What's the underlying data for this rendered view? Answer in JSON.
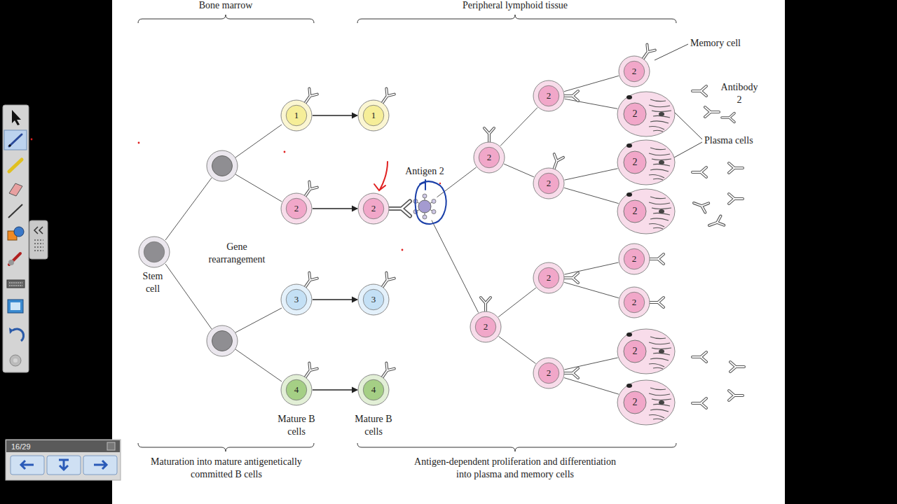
{
  "diagram": {
    "nodes": [
      {
        "text": [
          "Stem cell"
        ]
      },
      {
        "text": [
          "1"
        ]
      },
      {
        "text": [
          "2"
        ]
      },
      {
        "text": [
          "3"
        ]
      },
      {
        "text": [
          "4"
        ]
      },
      {
        "text": [
          "1"
        ]
      },
      {
        "text": [
          "2"
        ]
      },
      {
        "text": [
          "3"
        ]
      },
      {
        "text": [
          "4"
        ]
      },
      {
        "text": [
          "Antigen 2"
        ]
      },
      {
        "text": [
          "2"
        ]
      },
      {
        "text": [
          "2"
        ]
      },
      {
        "text": [
          "2"
        ]
      },
      {
        "text": [
          "2"
        ]
      },
      {
        "text": [
          "2"
        ]
      },
      {
        "text": [
          "2"
        ]
      },
      {
        "text": [
          "2"
        ]
      },
      {
        "text": [
          "2"
        ]
      },
      {
        "text": [
          "2"
        ]
      },
      {
        "text": [
          "2"
        ]
      },
      {
        "text": [
          "2"
        ]
      },
      {
        "text": [
          "2"
        ]
      },
      {
        "text": [
          "2"
        ]
      },
      {
        "text": [
          "2"
        ]
      }
    ],
    "edges": [
      {
        "from": 1,
        "to": 5,
        "arrow": "to"
      },
      {
        "from": 2,
        "to": 6,
        "arrow": "to"
      },
      {
        "from": 3,
        "to": 7,
        "arrow": "to"
      },
      {
        "from": 4,
        "to": 8,
        "arrow": "to"
      },
      {
        "from": 9,
        "to": 10,
        "arrow": "none"
      },
      {
        "from": 9,
        "to": 11,
        "arrow": "none"
      },
      {
        "from": 10,
        "to": 12,
        "arrow": "none"
      },
      {
        "from": 10,
        "to": 13,
        "arrow": "none"
      },
      {
        "from": 11,
        "to": 14,
        "arrow": "none"
      },
      {
        "from": 11,
        "to": 15,
        "arrow": "none"
      },
      {
        "from": 12,
        "to": 16,
        "arrow": "none"
      },
      {
        "from": 12,
        "to": 17,
        "arrow": "none"
      },
      {
        "from": 13,
        "to": 18,
        "arrow": "none"
      },
      {
        "from": 13,
        "to": 19,
        "arrow": "none"
      },
      {
        "from": 14,
        "to": 20,
        "arrow": "none"
      },
      {
        "from": 14,
        "to": 21,
        "arrow": "none"
      },
      {
        "from": 15,
        "to": 22,
        "arrow": "none"
      },
      {
        "from": 15,
        "to": 23,
        "arrow": "none"
      }
    ],
    "labels": [
      "Bone marrow",
      "Peripheral lymphoid tissue",
      "Memory cell",
      "Antibody 2",
      "Plasma cells",
      "Gene rearrangement",
      "Mature B cells",
      "Mature B cells",
      "16/29",
      "Maturation into mature antigenetically committed B cells",
      "Antigen-dependent proliferation and differentiation into plasma and memory cells"
    ]
  }
}
